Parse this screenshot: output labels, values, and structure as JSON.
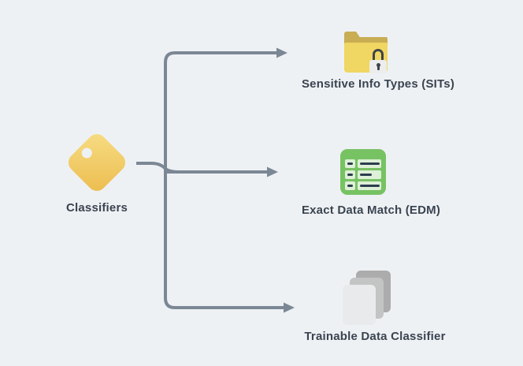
{
  "diagram": {
    "root": {
      "label": "Classifiers",
      "icon": "tag-icon"
    },
    "nodes": [
      {
        "label": "Sensitive Info Types (SITs)",
        "icon": "locked-folder-icon"
      },
      {
        "label": "Exact Data Match (EDM)",
        "icon": "data-table-icon"
      },
      {
        "label": "Trainable Data Classifier",
        "icon": "stacked-documents-icon"
      }
    ]
  },
  "colors": {
    "background": "#EEF1F4",
    "connector": "#7B8794",
    "label_text": "#3A4450",
    "tag_gradient_start": "#F7DD85",
    "tag_gradient_end": "#ECBC4E",
    "tag_hole": "#EEF1F4",
    "folder_back": "#C8AD53",
    "folder_front": "#F0D662",
    "lock_metal": "#3E4449",
    "lock_badge": "#ECEDEE",
    "table_frame": "#77C263",
    "table_cell": "#DEF0D7",
    "table_mark": "#2C3D4F",
    "paper_back": "#ACACAC",
    "paper_middle": "#C3C4C4",
    "paper_front": "#E9EAEB"
  }
}
